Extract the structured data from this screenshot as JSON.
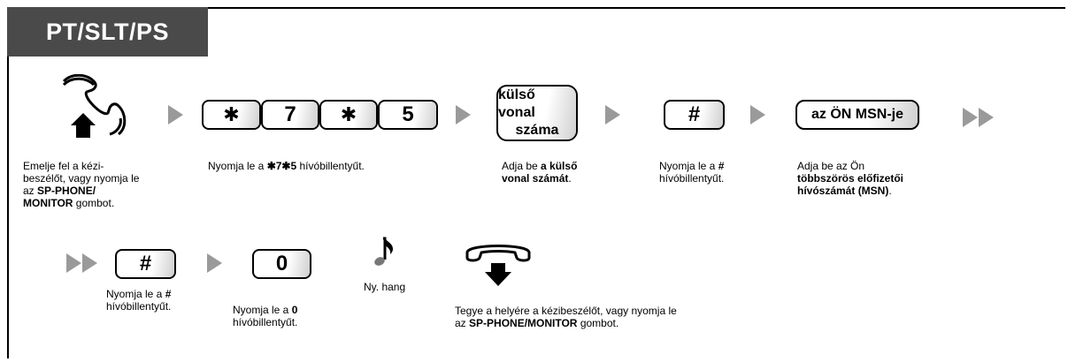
{
  "header": {
    "tab_label": "PT/SLT/PS"
  },
  "row1": {
    "key_sequence": [
      "✱",
      "7",
      "✱",
      "5"
    ],
    "outside_line_button": {
      "line1": "külső vonal",
      "line2": "száma"
    },
    "hash_key": "#",
    "msn_button": "az ÖN MSN-je",
    "captions": {
      "step1": {
        "t1": "Emelje fel a kézi-",
        "t2": "beszélőt, vagy nyomja le",
        "t3": "az ",
        "t3b": "SP-PHONE/",
        "t4b": "MONITOR",
        "t4": " gombot."
      },
      "step2": {
        "t1": "Nyomja le a ",
        "t1b": "✱7✱5",
        "t2": " hívóbillentyűt."
      },
      "step3": {
        "t1": "Adja be ",
        "t1b": "a külső",
        "t2b": "vonal számát",
        "t2": "."
      },
      "step4": {
        "t1": "Nyomja le a ",
        "t1b": "#",
        "t2": "hívóbillentyűt."
      },
      "step5": {
        "t1": "Adja be az Ön",
        "t2b": "többszörös előfizetői",
        "t3b": "hívószámát (MSN)",
        "t3": "."
      }
    }
  },
  "row2": {
    "hash_key": "#",
    "zero_key": "0",
    "tone_label": "Ny. hang",
    "captions": {
      "step6": {
        "t1": "Nyomja le a ",
        "t1b": "#",
        "t2": "hívóbillentyűt."
      },
      "step7": {
        "t1": "Nyomja le a ",
        "t1b": "0",
        "t2": "hívóbillentyűt."
      },
      "step8": {
        "t1": "Tegye a helyére a kézibeszélőt, vagy nyomja le",
        "t2": "az ",
        "t2b": "SP-PHONE/MONITOR",
        "t2c": " gombot."
      }
    }
  },
  "colors": {
    "tab_bg": "#4a4a4a",
    "arrow": "#9a9a9a"
  },
  "icons": [
    "handset-lift-icon",
    "musical-note-icon",
    "handset-hangup-icon"
  ]
}
